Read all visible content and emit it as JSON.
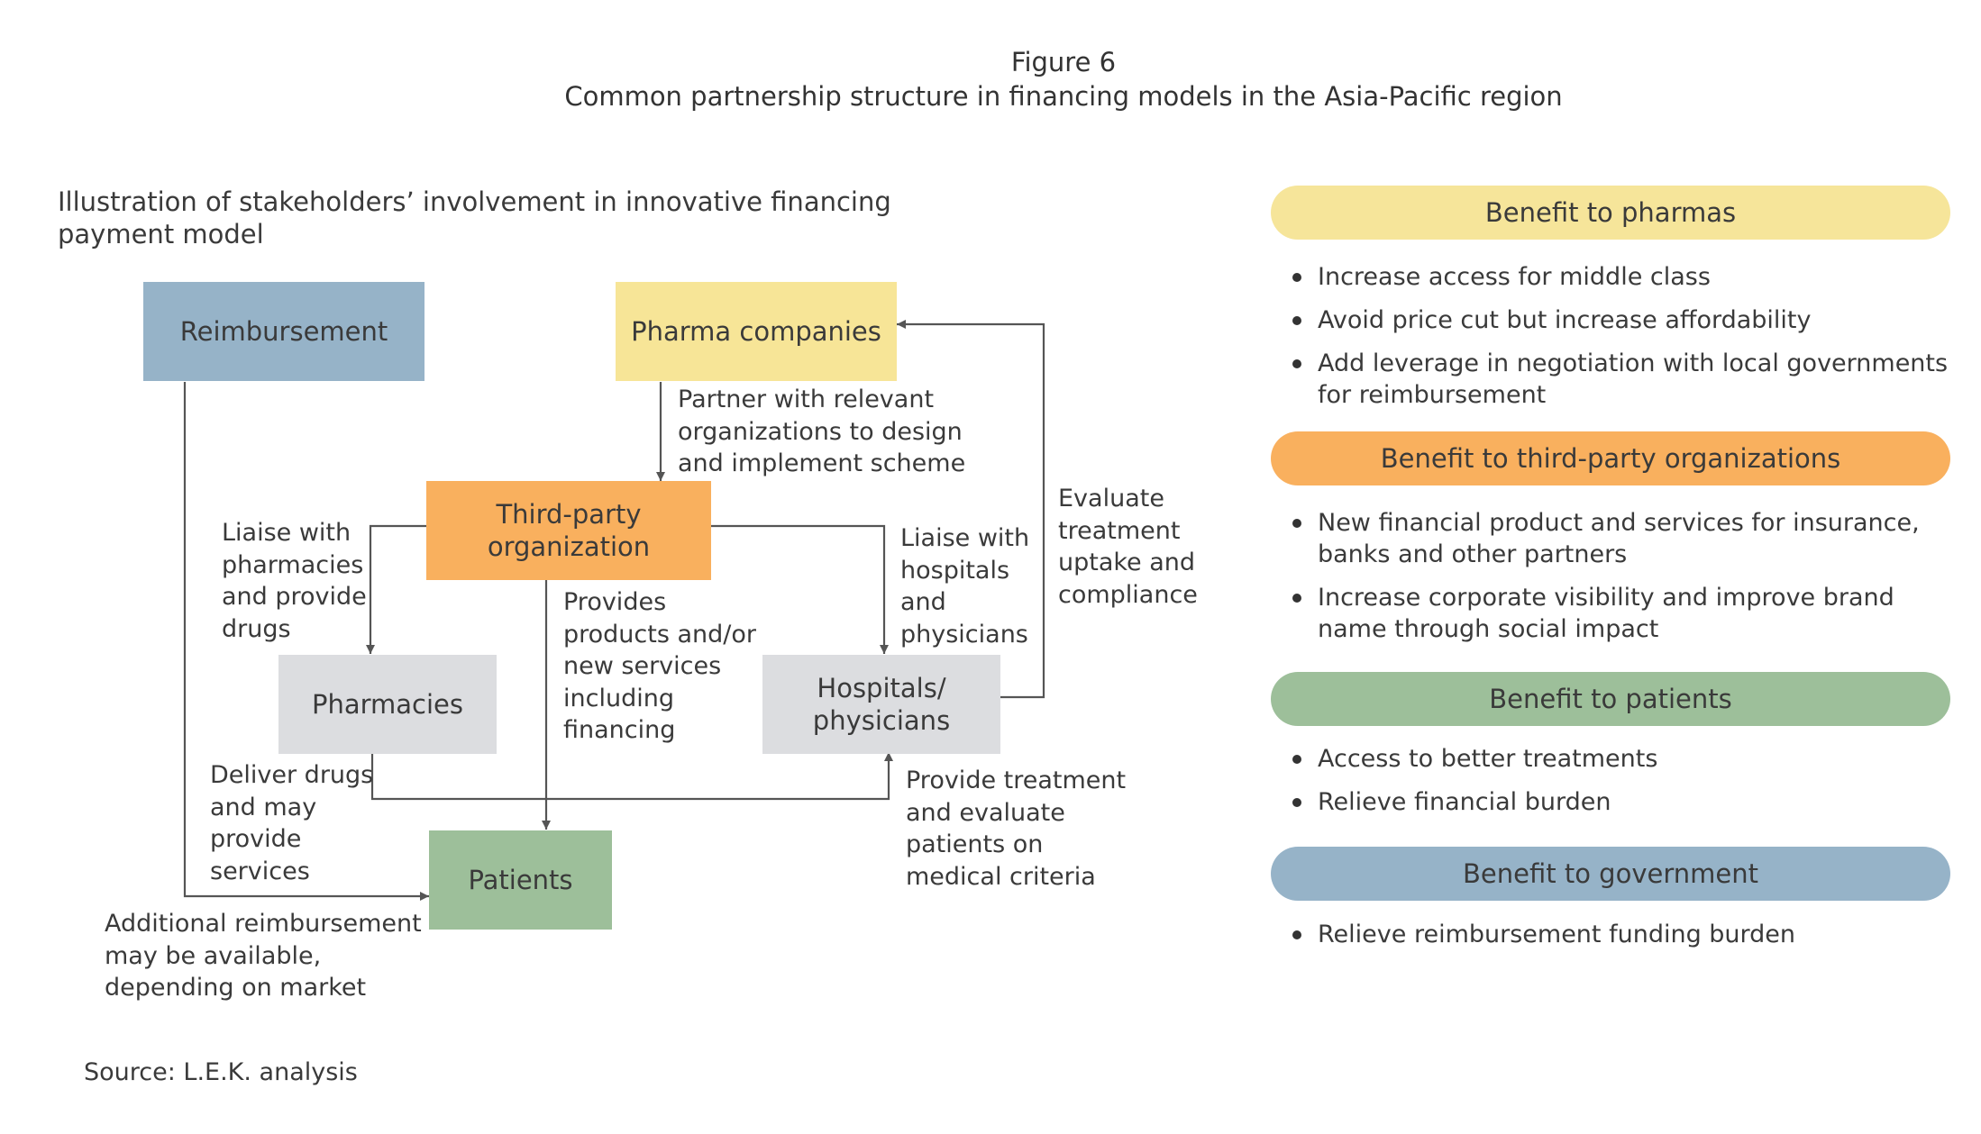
{
  "figure": {
    "number": "Figure 6",
    "title": "Common partnership structure in financing models in the Asia-Pacific region"
  },
  "diagram": {
    "subtitle": "Illustration of stakeholders’ involvement in innovative financing payment model",
    "nodes": {
      "reimbursement": "Reimbursement",
      "pharma": "Pharma companies",
      "third_party": "Third-party organization",
      "pharmacies": "Pharmacies",
      "hospitals": "Hospitals/ physicians",
      "patients": "Patients"
    },
    "notes": {
      "partner": "Partner with relevant\norganizations to design\nand implement scheme",
      "liaise_pharmacies": "Liaise with\npharmacies\nand provide\ndrugs",
      "liaise_hospitals": "Liaise with\nhospitals\nand\nphysicians",
      "evaluate": "Evaluate\ntreatment\nuptake and\ncompliance",
      "provides": "Provides\nproducts and/or\nnew services\nincluding\nfinancing",
      "deliver": "Deliver drugs\nand may\nprovide\nservices",
      "provide_treatment": "Provide treatment\nand evaluate\npatients on\nmedical criteria",
      "additional": "Additional reimbursement\nmay be available,\ndepending on market"
    },
    "colors": {
      "reimbursement": "#96b3c8",
      "pharma": "#f7e597",
      "third_party": "#f9b05e",
      "grey": "#dcdde0",
      "patients": "#9dbf9a",
      "line": "#555555"
    }
  },
  "benefits": [
    {
      "title": "Benefit to pharmas",
      "color": "#f6e59a",
      "items": [
        "Increase access for middle class",
        "Avoid price cut but increase affordability",
        "Add leverage in negotiation with local governments for reimbursement"
      ]
    },
    {
      "title": "Benefit to third-party organizations",
      "color": "#f9b05e",
      "items": [
        "New financial product and services for insurance, banks and other partners",
        "Increase corporate visibility and improve brand name through social impact"
      ]
    },
    {
      "title": "Benefit to patients",
      "color": "#9dbf9a",
      "items": [
        "Access to better treatments",
        "Relieve financial burden"
      ]
    },
    {
      "title": "Benefit to government",
      "color": "#96b3c8",
      "items": [
        "Relieve reimbursement funding burden"
      ]
    }
  ],
  "source": "Source: L.E.K. analysis"
}
